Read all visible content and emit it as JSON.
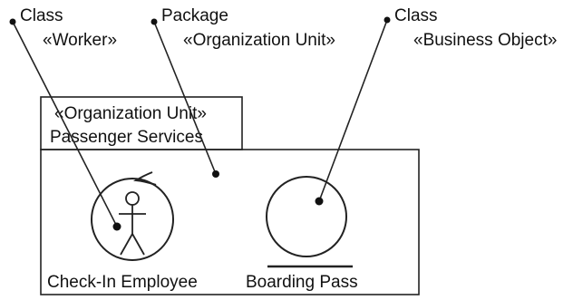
{
  "callouts": {
    "worker": {
      "kind": "Class",
      "stereotype": "«Worker»"
    },
    "package": {
      "kind": "Package",
      "stereotype": "«Organization Unit»"
    },
    "business_object": {
      "kind": "Class",
      "stereotype": "«Business Object»"
    }
  },
  "package": {
    "stereotype": "«Organization Unit»",
    "name": "Passenger Services"
  },
  "elements": {
    "worker": {
      "label": "Check-In Employee"
    },
    "business_object": {
      "label": "Boarding Pass"
    }
  }
}
